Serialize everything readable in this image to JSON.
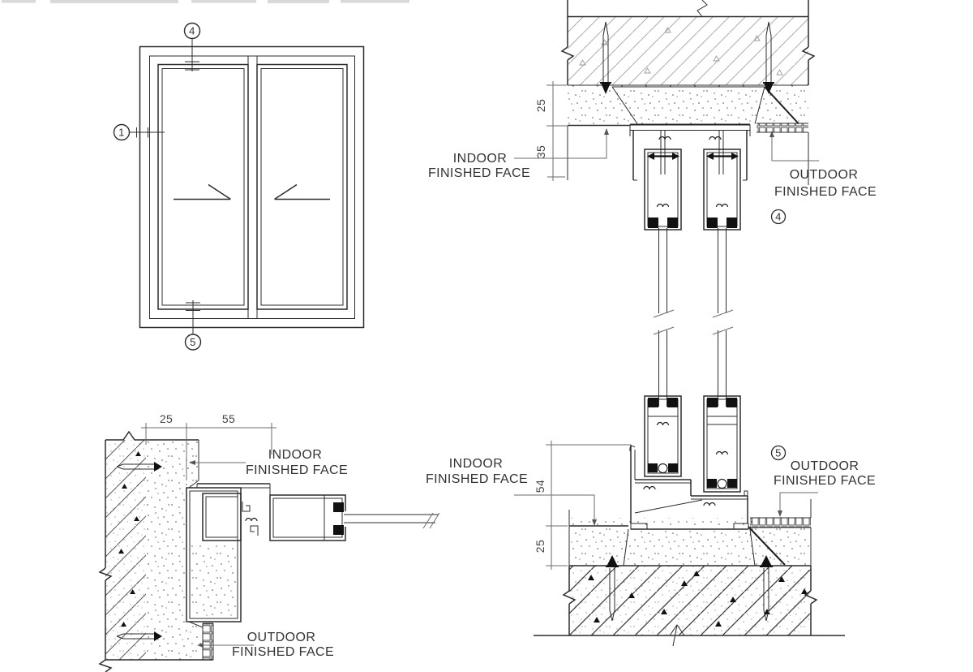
{
  "drawing": {
    "labels": {
      "indoor": "INDOOR",
      "outdoor": "OUTDOOR",
      "finished_face": "FINISHED FACE"
    },
    "elevation": {
      "callout_head": "4",
      "callout_jamb": "1",
      "callout_sill": "5"
    },
    "head_section": {
      "callout": "4",
      "dim_recess": "25",
      "dim_soffit": "35"
    },
    "sill_section": {
      "callout": "5",
      "dim_upstand": "54",
      "dim_bed": "25"
    },
    "jamb_section": {
      "dim_plaster": "25",
      "dim_frame": "55"
    }
  }
}
